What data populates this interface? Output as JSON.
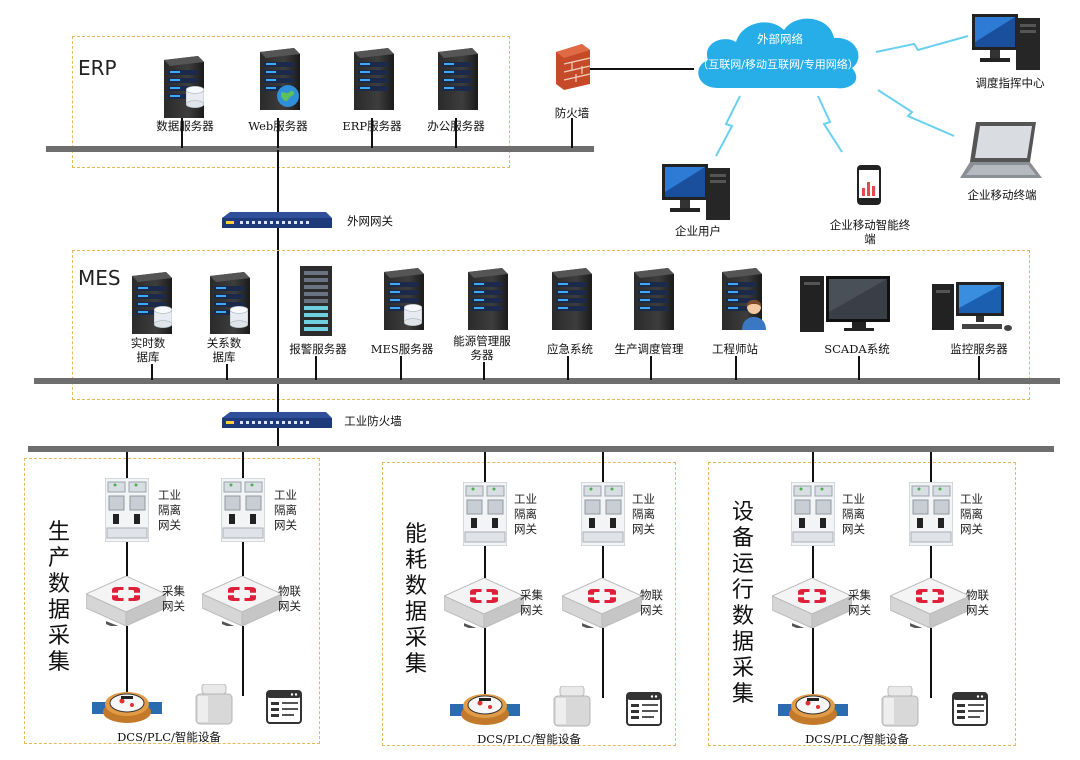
{
  "erp": {
    "zone_label": "ERP",
    "servers": [
      {
        "label": "数据服务器"
      },
      {
        "label": "Web服务器"
      },
      {
        "label": "ERP服务器"
      },
      {
        "label": "办公服务器"
      }
    ]
  },
  "firewall_label": "防火墙",
  "cloud": {
    "title": "外部网络",
    "subtitle": "（互联网/移动互联网/专用网络）"
  },
  "remote": {
    "dispatch_center": "调度指挥中心",
    "enterprise_user": "企业用户",
    "mobile_smart": "企业移动智能终端",
    "mobile_terminal": "企业移动终端"
  },
  "external_gateway_label": "外网网关",
  "mes": {
    "zone_label": "MES",
    "items": [
      {
        "label": "实时数据库"
      },
      {
        "label": "关系数据库"
      },
      {
        "label": "报警服务器"
      },
      {
        "label": "MES服务器"
      },
      {
        "label": "能源管理服务器"
      },
      {
        "label": "应急系统"
      },
      {
        "label": "生产调度管理"
      },
      {
        "label": "工程师站"
      },
      {
        "label": "SCADA系统"
      },
      {
        "label": "监控服务器"
      }
    ]
  },
  "industrial_firewall_label": "工业防火墙",
  "sections": [
    {
      "title": "生产数据采集",
      "gw1": "工业隔离网关",
      "gw2": "工业隔离网关",
      "col1": "采集网关",
      "col2": "物联网关",
      "devices": "DCS/PLC/智能设备"
    },
    {
      "title": "能耗数据采集",
      "gw1": "工业隔离网关",
      "gw2": "工业隔离网关",
      "col1": "采集网关",
      "col2": "物联网关",
      "devices": "DCS/PLC/智能设备"
    },
    {
      "title": "设备运行数据采集",
      "gw1": "工业隔离网关",
      "gw2": "工业隔离网关",
      "col1": "采集网关",
      "col2": "物联网关",
      "devices": "DCS/PLC/智能设备"
    }
  ]
}
